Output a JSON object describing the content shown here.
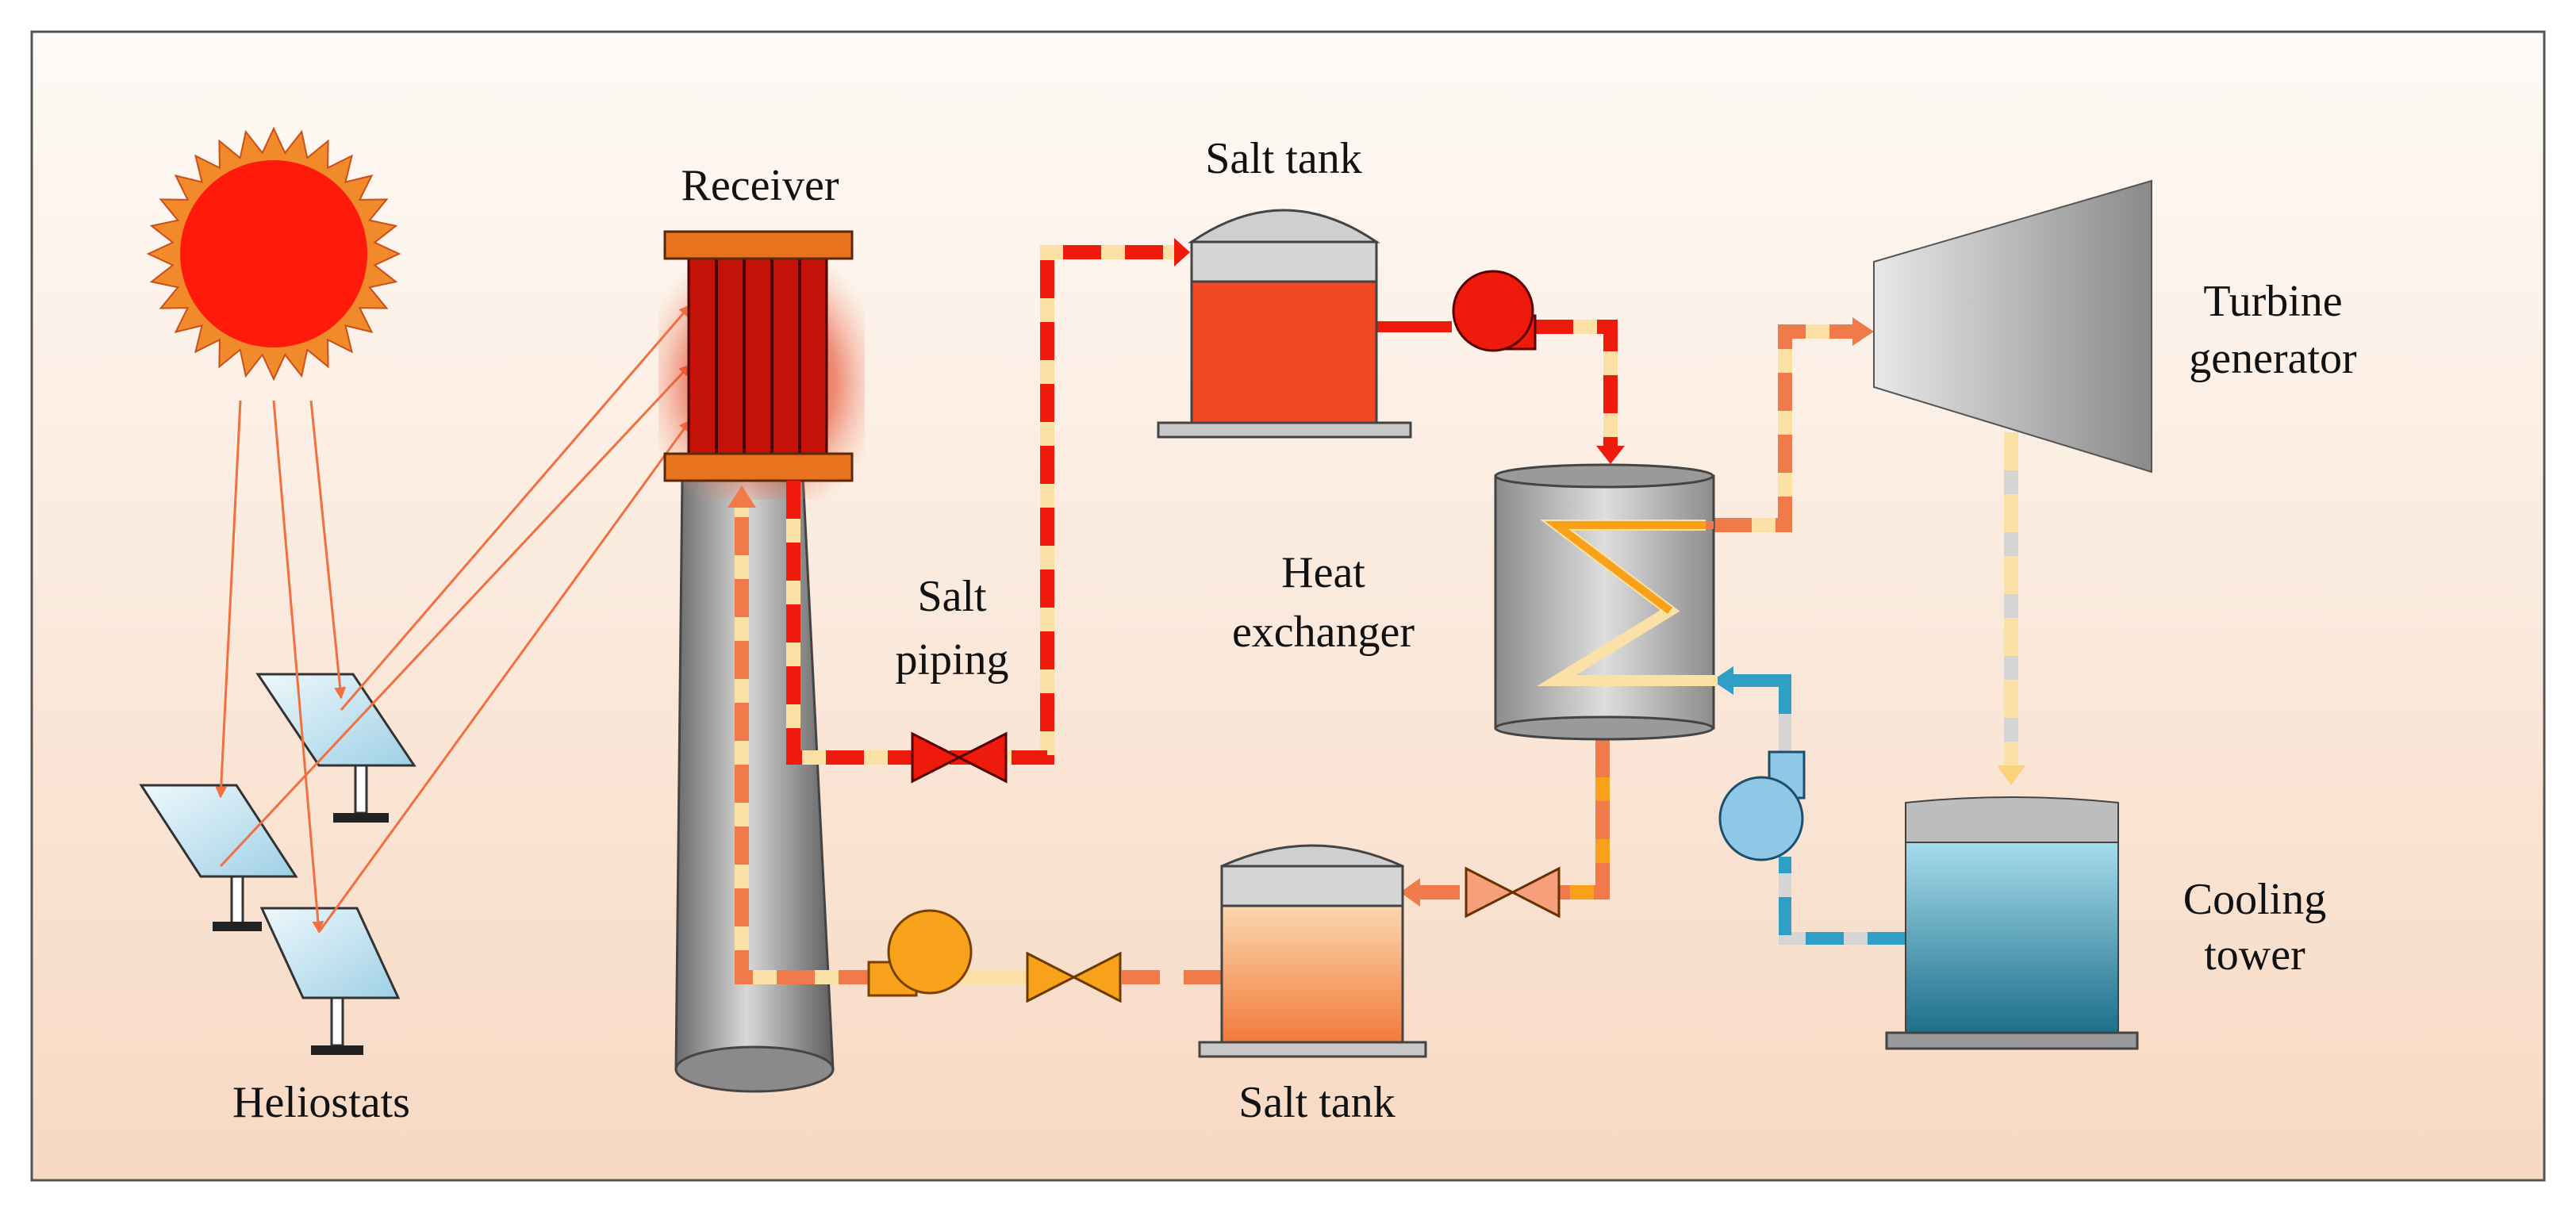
{
  "labels": {
    "receiver": "Receiver",
    "salt_tank_hot": "Salt tank",
    "salt_tank_cold": "Salt tank",
    "salt_piping_line1": "Salt",
    "salt_piping_line2": "piping",
    "heat_exchanger_line1": "Heat",
    "heat_exchanger_line2": "exchanger",
    "turbine_line1": "Turbine",
    "turbine_line2": "generator",
    "cooling_line1": "Cooling",
    "cooling_line2": "tower",
    "heliostats": "Heliostats"
  },
  "colors": {
    "background_top": "#fefaf6",
    "background_bottom": "#f7d9c3",
    "hot_salt": "#ee1b0d",
    "warm_salt": "#f07a4a",
    "cold_salt": "#f7a21a",
    "pipe_light": "#fbe1a6",
    "water": "#2f9fc6",
    "steam_grey": "#d5d5d5",
    "sun_core": "#ff1a0a",
    "sun_rays": "#f08a2a"
  }
}
